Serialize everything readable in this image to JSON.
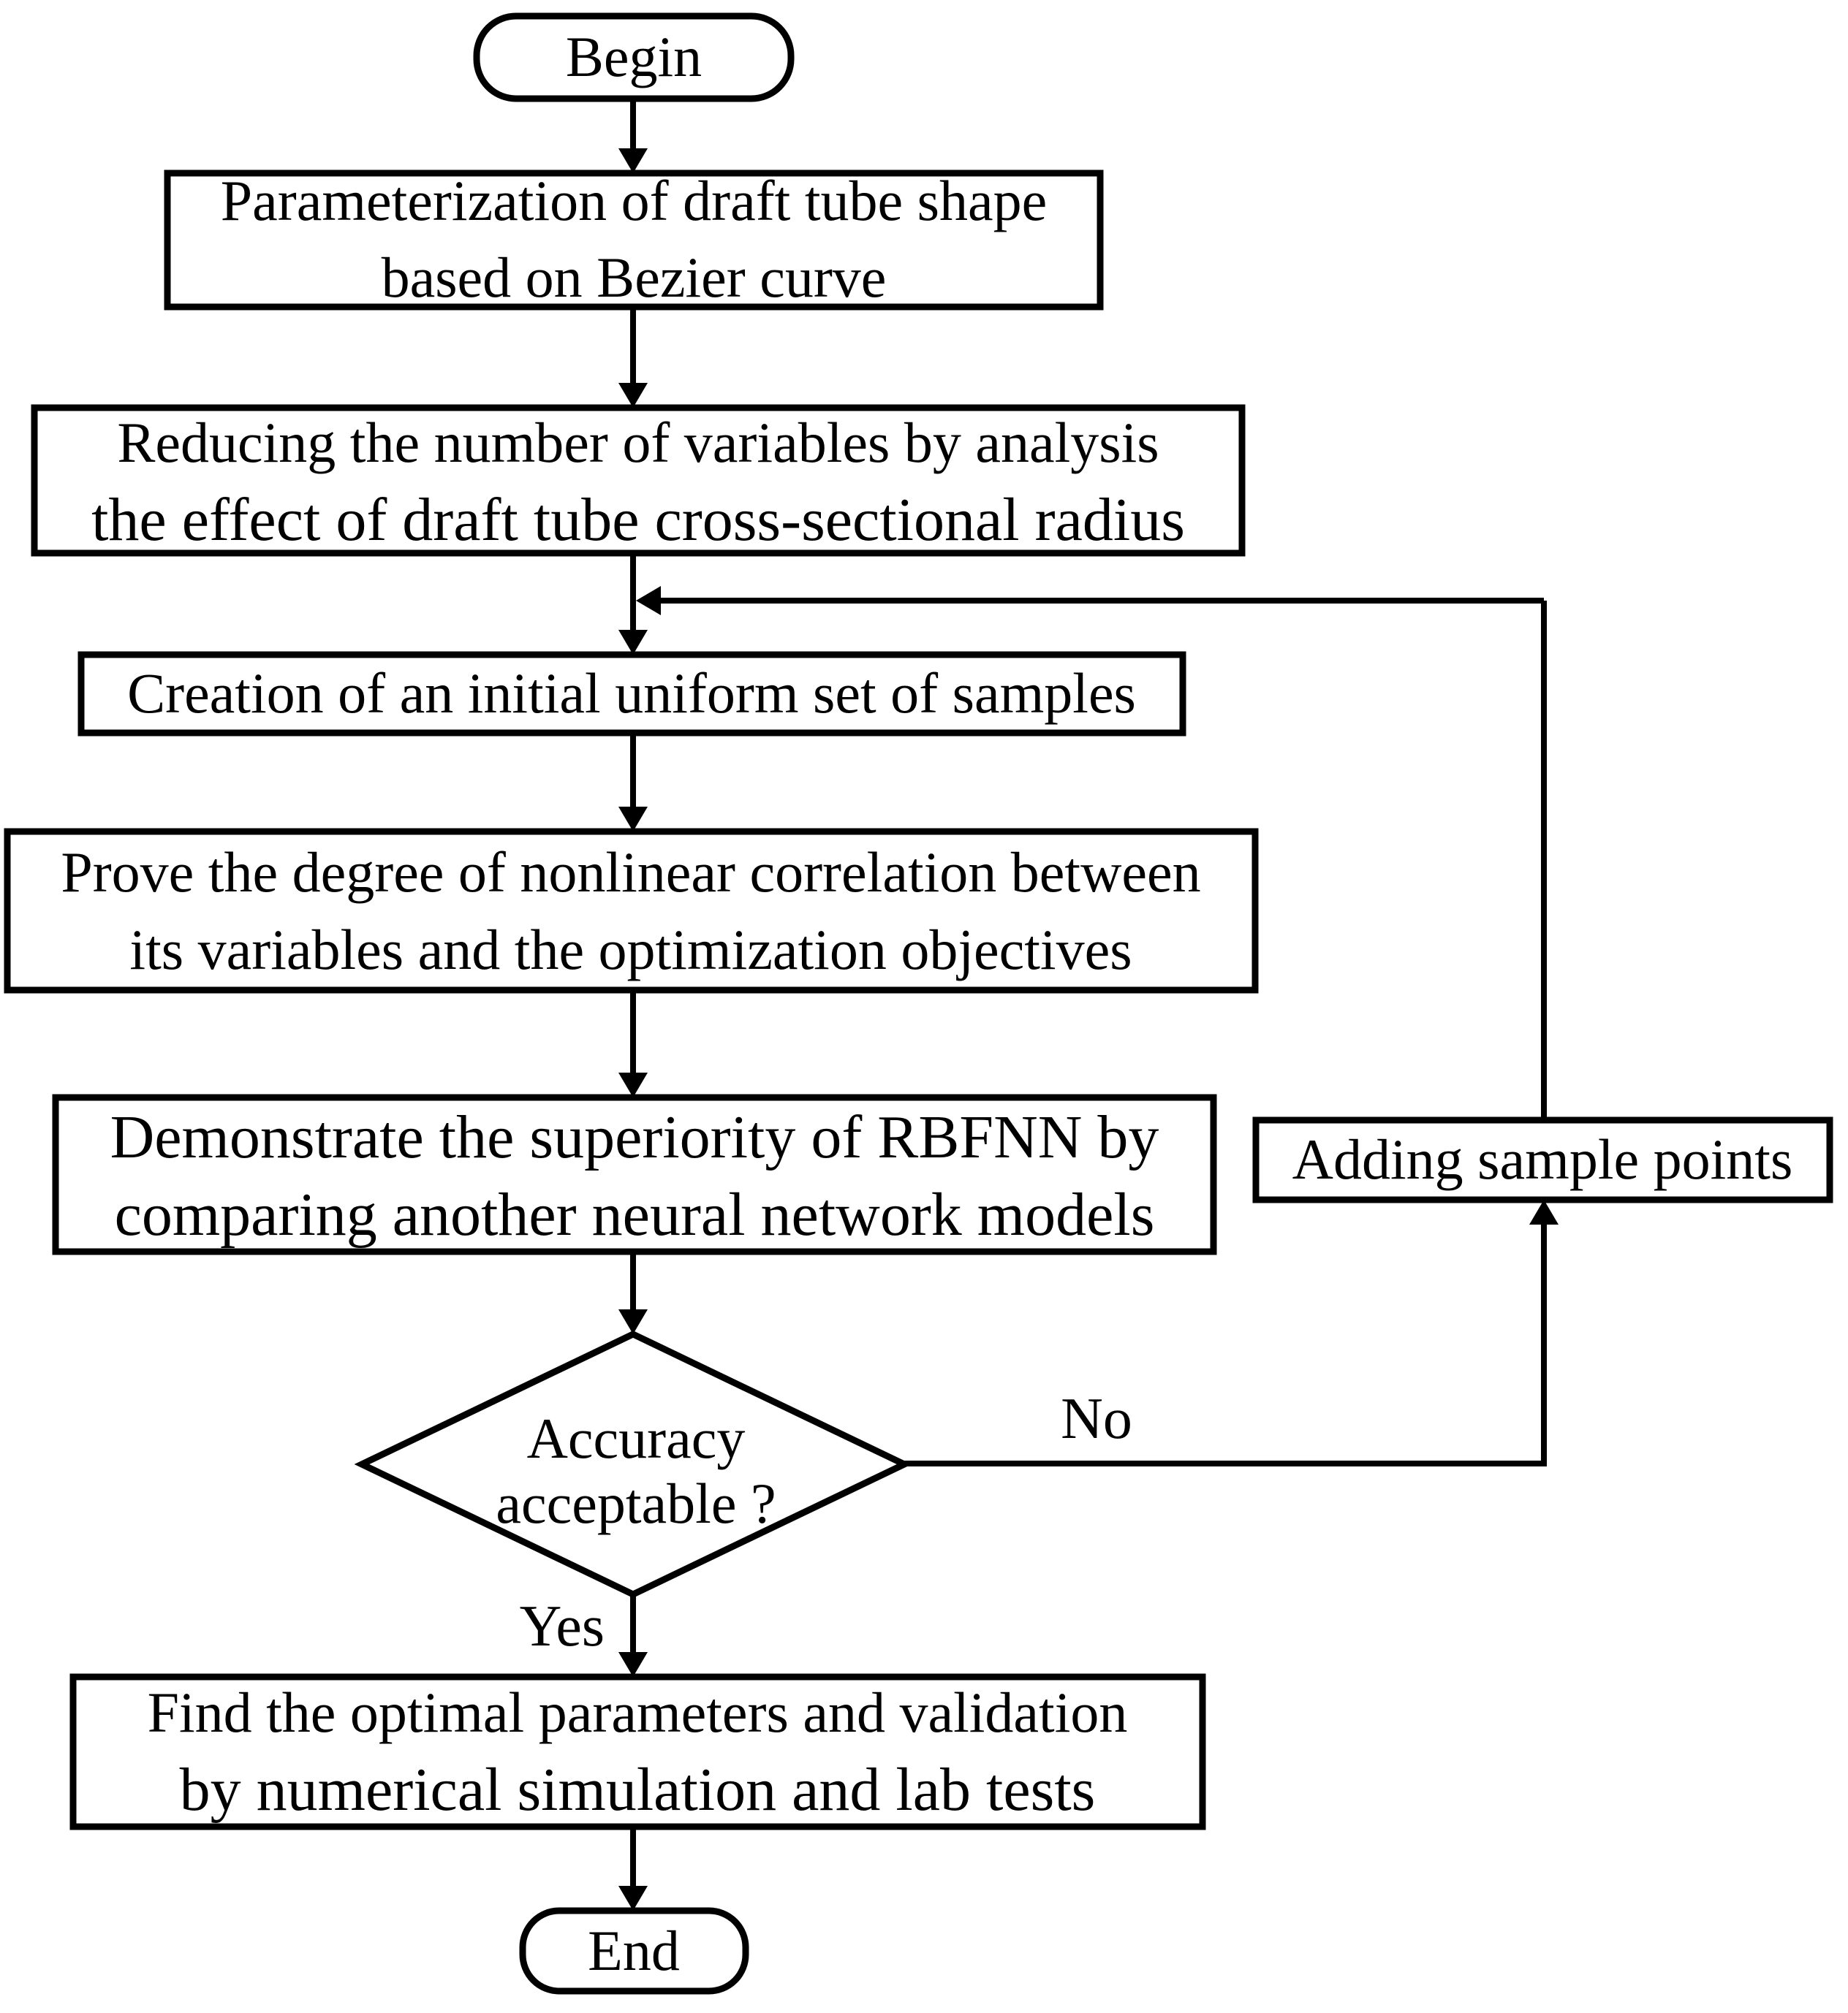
{
  "diagram": {
    "type": "flowchart",
    "background": "#ffffff",
    "stroke_color": "#000000",
    "text_color": "#000000"
  },
  "nodes": {
    "begin": {
      "shape": "terminator",
      "label": "Begin"
    },
    "parameterization": {
      "shape": "process",
      "line1": "Parameterization of draft tube shape",
      "line2": "based on Bezier curve"
    },
    "reducing": {
      "shape": "process",
      "line1": "Reducing the number of variables by analysis",
      "line2": "the effect of draft tube cross-sectional radius"
    },
    "creation": {
      "shape": "process",
      "line1": "Creation of an initial uniform set of samples"
    },
    "prove": {
      "shape": "process",
      "line1": "Prove the degree of nonlinear correlation between",
      "line2": "its variables and the optimization objectives"
    },
    "demonstrate": {
      "shape": "process",
      "line1": "Demonstrate the superiority of RBFNN by",
      "line2": "comparing another neural network models"
    },
    "decision": {
      "shape": "decision",
      "line1": "Accuracy",
      "line2": "acceptable ?"
    },
    "adding": {
      "shape": "process",
      "line1": "Adding sample points"
    },
    "find": {
      "shape": "process",
      "line1": "Find the optimal parameters and validation",
      "line2": "by numerical simulation and lab tests"
    },
    "end": {
      "shape": "terminator",
      "label": "End"
    }
  },
  "labels": {
    "yes": "Yes",
    "no": "No"
  }
}
